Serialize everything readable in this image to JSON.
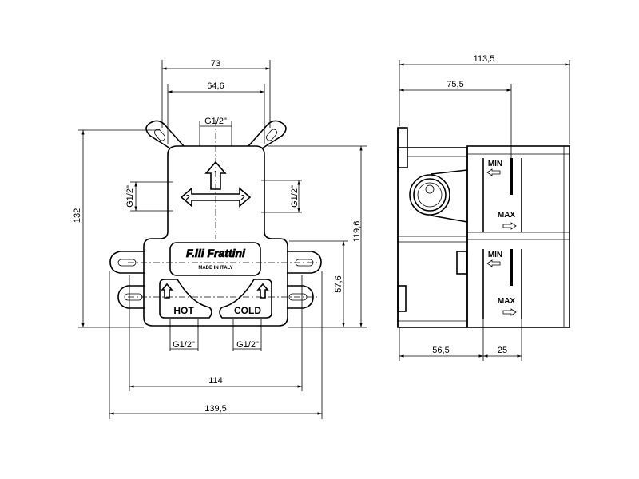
{
  "front_view": {
    "dims": {
      "overall_top": "73",
      "inner_top": "64,6",
      "top_thread": "G1/2\"",
      "height_total": "132",
      "height_body": "119,6",
      "height_lower": "57,6",
      "left_thread": "G1/2\"",
      "right_thread": "G1/2\"",
      "bottom_thread_left": "G1/2\"",
      "bottom_thread_right": "G1/2\"",
      "ears_span": "114",
      "overall_width": "139,5"
    },
    "logo": {
      "brand": "F.lli Frattini",
      "origin": "MADE IN ITALY"
    },
    "labels": {
      "hot": "HOT",
      "cold": "COLD",
      "outlet_up": "1",
      "outlet_left": "2",
      "outlet_right": "2"
    }
  },
  "side_view": {
    "dims": {
      "overall_depth": "113,5",
      "depth_to_mark": "75,5",
      "wall_depth": "56,5",
      "adjust_range": "25"
    },
    "scale_upper": {
      "min": "MIN",
      "max": "MAX"
    },
    "scale_lower": {
      "min": "MIN",
      "max": "MAX"
    }
  }
}
